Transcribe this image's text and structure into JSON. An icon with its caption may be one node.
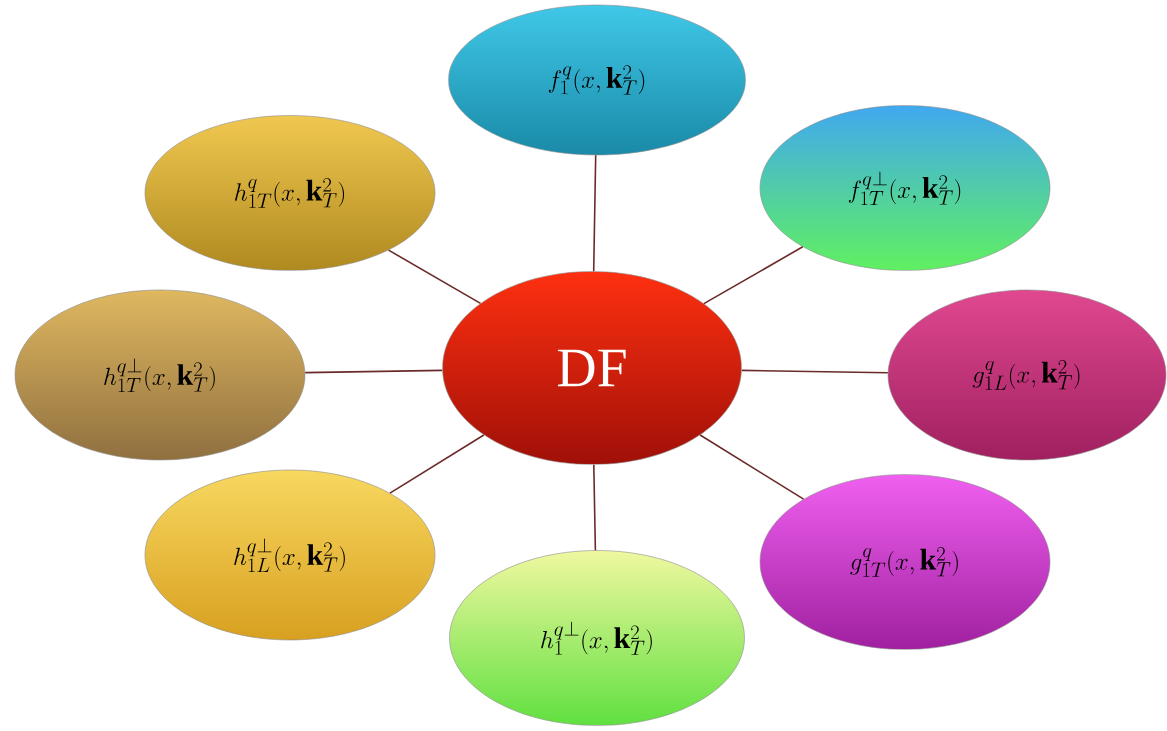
{
  "diagram": {
    "nodes": [
      {
        "text": [
          "f_1^q(x,\\mathbf{k}_T^2)"
        ]
      },
      {
        "text": [
          "h_{1T}^q(x,\\mathbf{k}_T^2)"
        ]
      },
      {
        "text": [
          "f_{1T}^{q\\perp}(x,\\mathbf{k}_T^2)"
        ]
      },
      {
        "text": [
          "h_{1T}^{q\\perp}(x,\\mathbf{k}_T^2)"
        ]
      },
      {
        "text": [
          "DF"
        ]
      },
      {
        "text": [
          "g_{1L}^q(x,\\mathbf{k}_T^2)"
        ]
      },
      {
        "text": [
          "h_{1L}^{q\\perp}(x,\\mathbf{k}_T^2)"
        ]
      },
      {
        "text": [
          "g_{1T}^q(x,\\mathbf{k}_T^2)"
        ]
      },
      {
        "text": [
          "h_1^{q\\perp}(x,\\mathbf{k}_T^2)"
        ]
      }
    ],
    "edges": [
      {
        "from": 4,
        "to": 0,
        "arrow": "none"
      },
      {
        "from": 4,
        "to": 1,
        "arrow": "none"
      },
      {
        "from": 4,
        "to": 2,
        "arrow": "none"
      },
      {
        "from": 4,
        "to": 3,
        "arrow": "none"
      },
      {
        "from": 4,
        "to": 5,
        "arrow": "none"
      },
      {
        "from": 4,
        "to": 6,
        "arrow": "none"
      },
      {
        "from": 4,
        "to": 7,
        "arrow": "none"
      },
      {
        "from": 4,
        "to": 8,
        "arrow": "none"
      }
    ]
  }
}
